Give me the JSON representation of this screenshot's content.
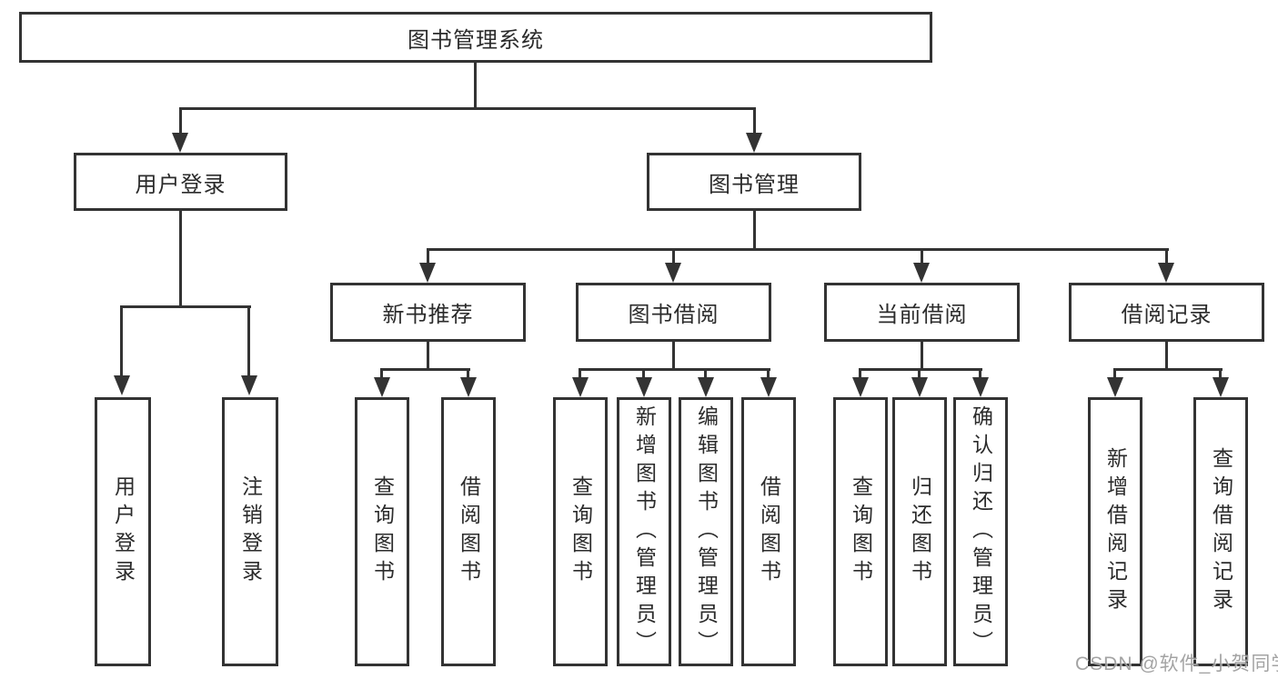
{
  "diagram": {
    "root": {
      "label": "图书管理系统"
    },
    "level2": [
      {
        "label": "用户登录"
      },
      {
        "label": "图书管理"
      }
    ],
    "level3": [
      {
        "label": "新书推荐"
      },
      {
        "label": "图书借阅"
      },
      {
        "label": "当前借阅"
      },
      {
        "label": "借阅记录"
      }
    ],
    "leaves": {
      "user_login": [
        "用户登录",
        "注销登录"
      ],
      "new_book_recommend": [
        "查询图书",
        "借阅图书"
      ],
      "book_borrow": [
        "查询图书",
        "新增图书（管理员）",
        "编辑图书（管理员）",
        "借阅图书"
      ],
      "current_borrow": [
        "查询图书",
        "归还图书",
        "确认归还（管理员）"
      ],
      "borrow_record": [
        "新增借阅记录",
        "查询借阅记录"
      ]
    }
  },
  "watermark": {
    "text": "CSDN @软件_小贺同学",
    "color": "#9c9c9c"
  },
  "colors": {
    "line": "#333333",
    "text": "#2b2b2b",
    "background": "#ffffff"
  }
}
